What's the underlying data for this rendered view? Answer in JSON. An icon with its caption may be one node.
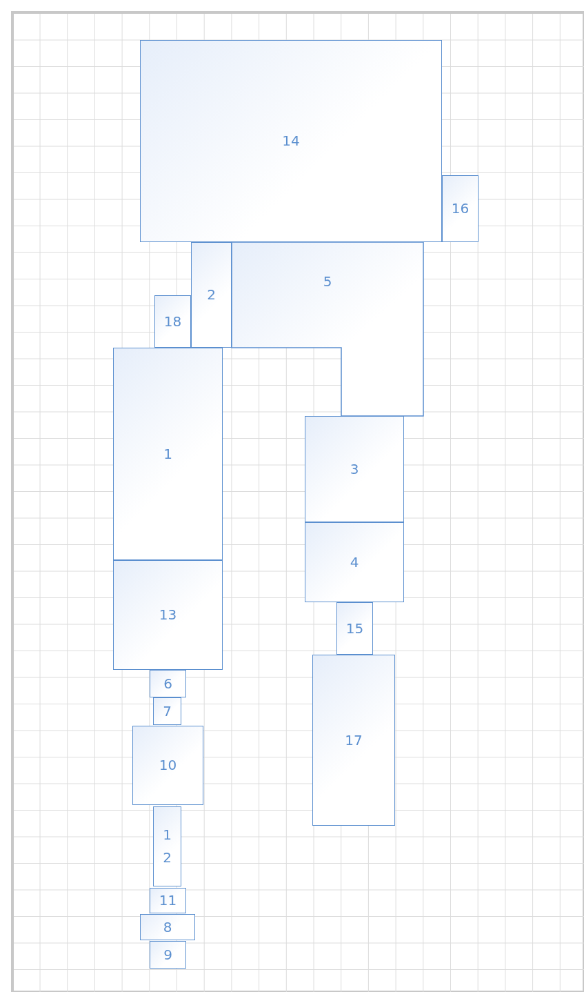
{
  "diagram": {
    "nodes": [
      {
        "text": [
          "14"
        ]
      },
      {
        "text": [
          "16"
        ]
      },
      {
        "text": [
          "5"
        ]
      },
      {
        "text": [
          "2"
        ]
      },
      {
        "text": [
          "18"
        ]
      },
      {
        "text": [
          "1"
        ]
      },
      {
        "text": [
          "3"
        ]
      },
      {
        "text": [
          "4"
        ]
      },
      {
        "text": [
          "13"
        ]
      },
      {
        "text": [
          "15"
        ]
      },
      {
        "text": [
          "17"
        ]
      },
      {
        "text": [
          "6"
        ]
      },
      {
        "text": [
          "7"
        ]
      },
      {
        "text": [
          "10"
        ]
      },
      {
        "text": [
          "12"
        ]
      },
      {
        "text": [
          "11"
        ]
      },
      {
        "text": [
          "8"
        ]
      },
      {
        "text": [
          "9"
        ]
      }
    ]
  }
}
